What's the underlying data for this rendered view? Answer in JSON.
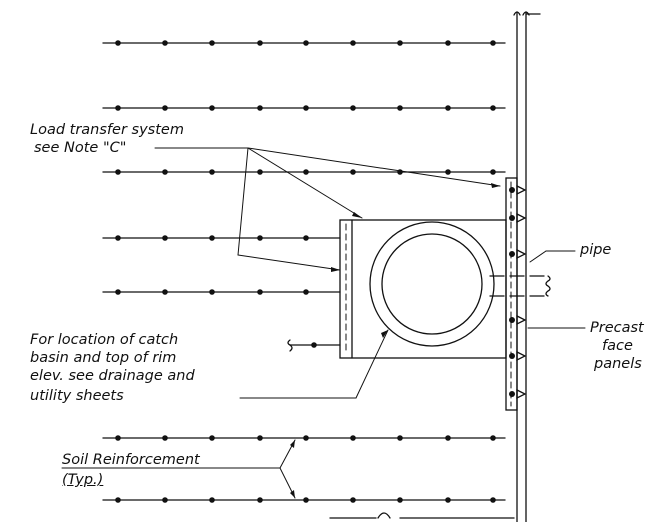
{
  "labels": {
    "load_transfer_1": "Load transfer system",
    "load_transfer_2": "see Note \"C\"",
    "pipe": "pipe",
    "precast_1": "Precast",
    "precast_2": "face",
    "precast_3": "panels",
    "catch_1": "For location of catch",
    "catch_2": "basin and  top of rim",
    "catch_3": "elev. see drainage and",
    "catch_4": "utility sheets",
    "soil_1": "Soil Reinforcement",
    "soil_2": "(Typ.)"
  }
}
